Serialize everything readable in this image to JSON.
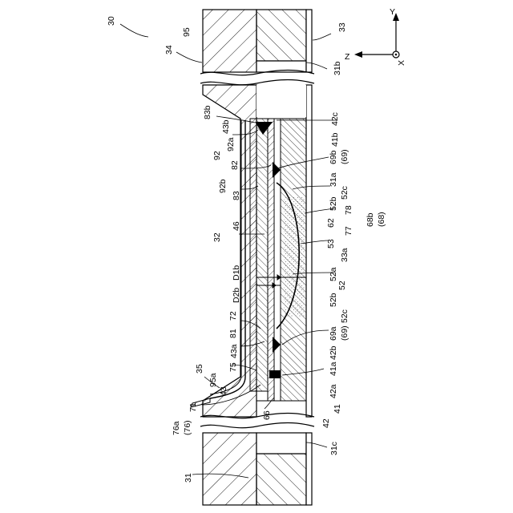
{
  "figure": {
    "axes": {
      "y": "Y",
      "z": "Z",
      "x": "X"
    },
    "labels": [
      {
        "id": "lbl-30",
        "text": "30"
      },
      {
        "id": "lbl-95",
        "text": "95"
      },
      {
        "id": "lbl-34",
        "text": "34"
      },
      {
        "id": "lbl-33",
        "text": "33"
      },
      {
        "id": "lbl-31b",
        "text": "31b"
      },
      {
        "id": "lbl-83b",
        "text": "83b"
      },
      {
        "id": "lbl-43b",
        "text": "43b"
      },
      {
        "id": "lbl-92a",
        "text": "92a"
      },
      {
        "id": "lbl-92",
        "text": "92"
      },
      {
        "id": "lbl-82",
        "text": "82"
      },
      {
        "id": "lbl-92b",
        "text": "92b"
      },
      {
        "id": "lbl-83",
        "text": "83"
      },
      {
        "id": "lbl-46",
        "text": "46"
      },
      {
        "id": "lbl-32",
        "text": "32"
      },
      {
        "id": "lbl-D1b",
        "text": "D1b"
      },
      {
        "id": "lbl-D2b",
        "text": "D2b"
      },
      {
        "id": "lbl-72",
        "text": "72"
      },
      {
        "id": "lbl-81",
        "text": "81"
      },
      {
        "id": "lbl-43a",
        "text": "43a"
      },
      {
        "id": "lbl-75",
        "text": "75"
      },
      {
        "id": "lbl-35",
        "text": "35"
      },
      {
        "id": "lbl-95a",
        "text": "95a"
      },
      {
        "id": "lbl-43",
        "text": "43"
      },
      {
        "id": "lbl-71",
        "text": "71"
      },
      {
        "id": "lbl-76a",
        "text": "76a"
      },
      {
        "id": "lbl-76",
        "text": "(76)"
      },
      {
        "id": "lbl-66",
        "text": "66"
      },
      {
        "id": "lbl-42",
        "text": "42"
      },
      {
        "id": "lbl-41",
        "text": "41"
      },
      {
        "id": "lbl-31c",
        "text": "31c"
      },
      {
        "id": "lbl-31",
        "text": "31"
      },
      {
        "id": "lbl-42c",
        "text": "42c"
      },
      {
        "id": "lbl-41b",
        "text": "41b"
      },
      {
        "id": "lbl-69b",
        "text": "69b"
      },
      {
        "id": "lbl-69-top",
        "text": "(69)"
      },
      {
        "id": "lbl-31a",
        "text": "31a"
      },
      {
        "id": "lbl-52c-top",
        "text": "52c"
      },
      {
        "id": "lbl-52b-top",
        "text": "52b"
      },
      {
        "id": "lbl-78",
        "text": "78"
      },
      {
        "id": "lbl-62",
        "text": "62"
      },
      {
        "id": "lbl-68b",
        "text": "68b"
      },
      {
        "id": "lbl-68",
        "text": "(68)"
      },
      {
        "id": "lbl-77",
        "text": "77"
      },
      {
        "id": "lbl-53",
        "text": "53"
      },
      {
        "id": "lbl-33a",
        "text": "33a"
      },
      {
        "id": "lbl-52a",
        "text": "52a"
      },
      {
        "id": "lbl-52",
        "text": "52"
      },
      {
        "id": "lbl-52b-bot",
        "text": "52b"
      },
      {
        "id": "lbl-52c-bot",
        "text": "52c"
      },
      {
        "id": "lbl-69a",
        "text": "69a"
      },
      {
        "id": "lbl-69-bot",
        "text": "(69)"
      },
      {
        "id": "lbl-42b",
        "text": "42b"
      },
      {
        "id": "lbl-41a",
        "text": "41a"
      },
      {
        "id": "lbl-42a",
        "text": "42a"
      }
    ]
  }
}
